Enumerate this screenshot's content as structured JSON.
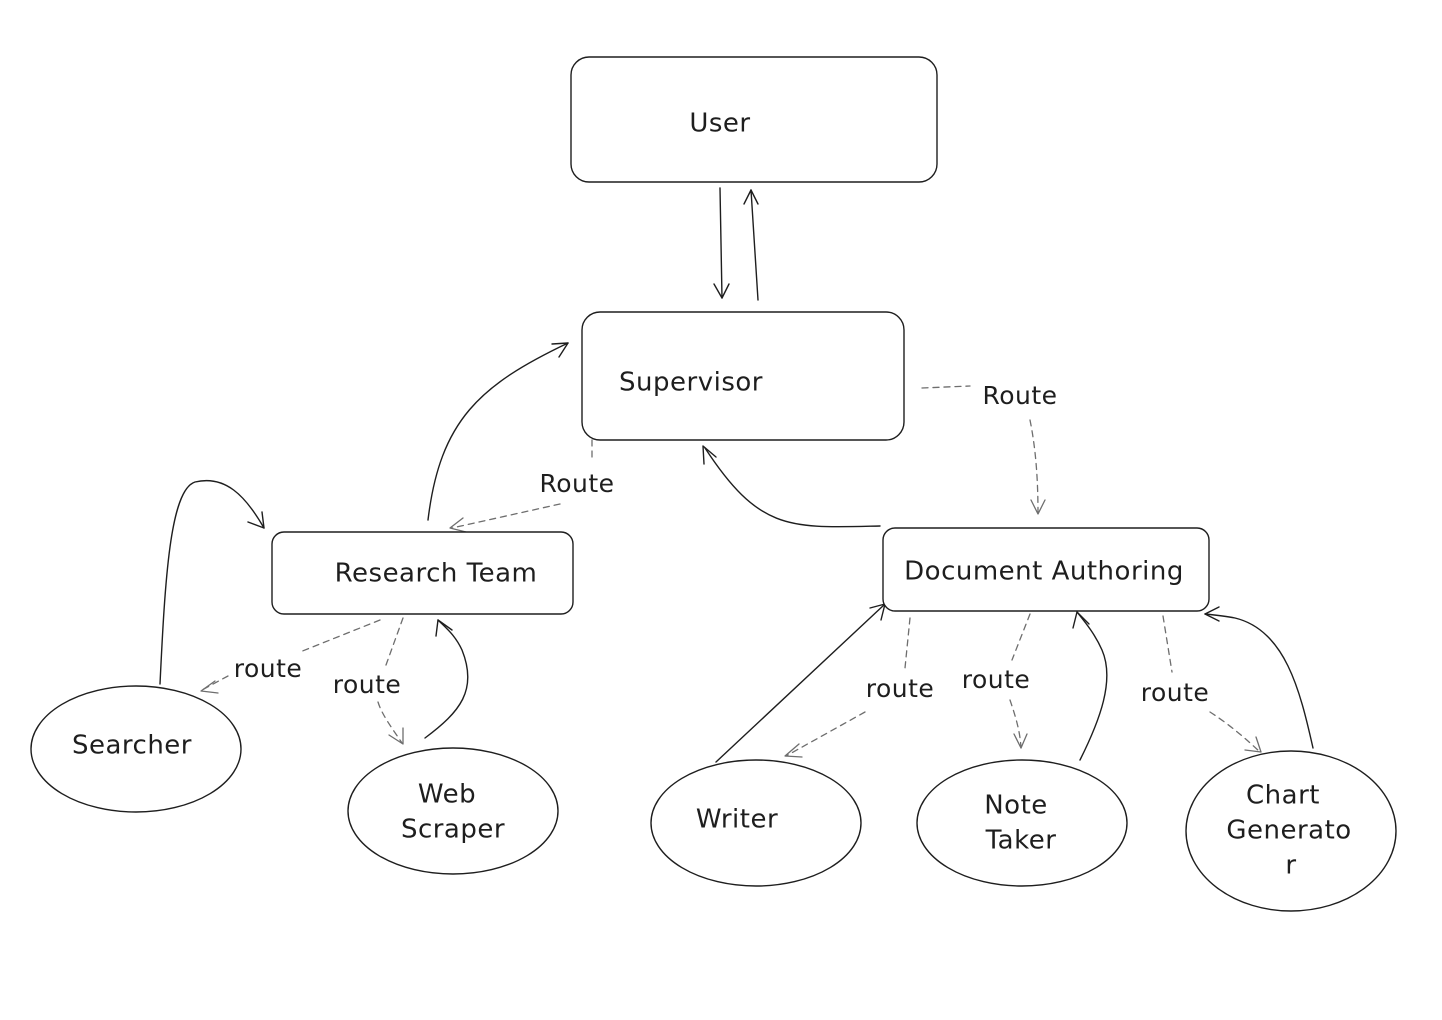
{
  "nodes": {
    "user": "User",
    "supervisor": "Supervisor",
    "research_team": "Research Team",
    "document_authoring": "Document Authoring",
    "searcher": "Searcher",
    "web_scraper": [
      "Web",
      "Scraper"
    ],
    "writer": "Writer",
    "note_taker": [
      "Note",
      "Taker"
    ],
    "chart_generator": [
      "Chart",
      "Generato",
      "r"
    ]
  },
  "edge_labels": {
    "supervisor_to_research": "Route",
    "supervisor_to_document": "Route",
    "research_to_searcher": "route",
    "research_to_web_scraper": "route",
    "document_to_writer": "route",
    "document_to_note_taker": "route",
    "document_to_chart_generator": "route"
  },
  "colors": {
    "stroke": "#1e1e1e",
    "dashed": "#6e6e6e",
    "background": "#ffffff"
  }
}
